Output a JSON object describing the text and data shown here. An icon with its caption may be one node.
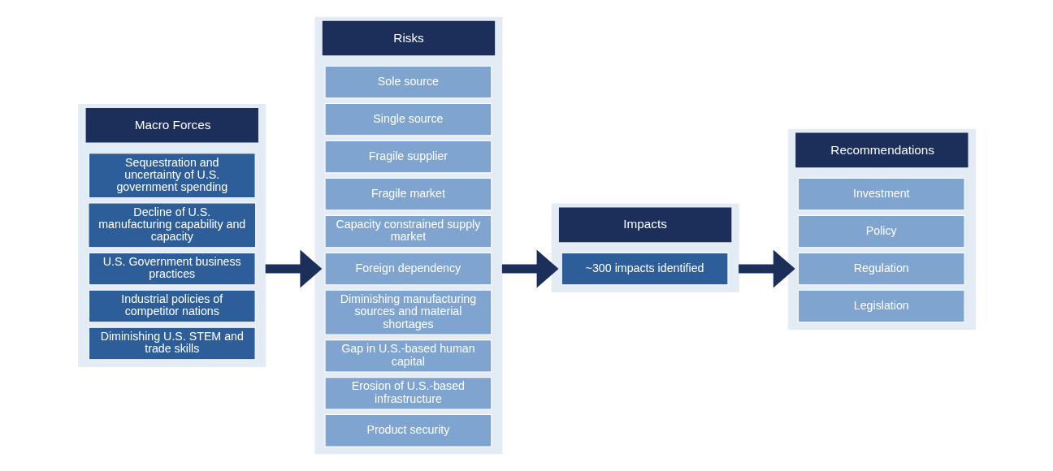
{
  "diagram": {
    "nodes": [
      {
        "text": [
          "Macro Forces"
        ]
      },
      {
        "text": [
          "Sequestration and uncertainty of U.S. government spending"
        ],
        "in": 0
      },
      {
        "text": [
          "Decline of U.S. manufacturing capability and capacity"
        ],
        "in": 0
      },
      {
        "text": [
          "U.S. Government business practices"
        ],
        "in": 0
      },
      {
        "text": [
          "Industrial policies of competitor nations"
        ],
        "in": 0
      },
      {
        "text": [
          "Diminishing U.S. STEM and trade skills"
        ],
        "in": 0
      },
      {
        "text": [
          "Risks"
        ]
      },
      {
        "text": [
          "Sole source"
        ],
        "in": 6
      },
      {
        "text": [
          "Single source"
        ],
        "in": 6
      },
      {
        "text": [
          "Fragile supplier"
        ],
        "in": 6
      },
      {
        "text": [
          "Fragile market"
        ],
        "in": 6
      },
      {
        "text": [
          "Capacity constrained supply market"
        ],
        "in": 6
      },
      {
        "text": [
          "Foreign dependency"
        ],
        "in": 6
      },
      {
        "text": [
          "Diminishing manufacturing sources and material shortages"
        ],
        "in": 6
      },
      {
        "text": [
          "Gap in U.S.-based human capital"
        ],
        "in": 6
      },
      {
        "text": [
          "Erosion of U.S.-based infrastructure"
        ],
        "in": 6
      },
      {
        "text": [
          "Product security"
        ],
        "in": 6
      },
      {
        "text": [
          "Impacts"
        ]
      },
      {
        "text": [
          "~300 impacts identified"
        ],
        "in": 17
      },
      {
        "text": [
          "Recommendations"
        ]
      },
      {
        "text": [
          "Investment"
        ],
        "in": 19
      },
      {
        "text": [
          "Policy"
        ],
        "in": 19
      },
      {
        "text": [
          "Regulation"
        ],
        "in": 19
      },
      {
        "text": [
          "Legislation"
        ],
        "in": 19
      }
    ],
    "edges": [
      {
        "from": 0,
        "to": 6,
        "arrow": "to"
      },
      {
        "from": 6,
        "to": 17,
        "arrow": "to"
      },
      {
        "from": 17,
        "to": 19,
        "arrow": "to"
      }
    ]
  }
}
